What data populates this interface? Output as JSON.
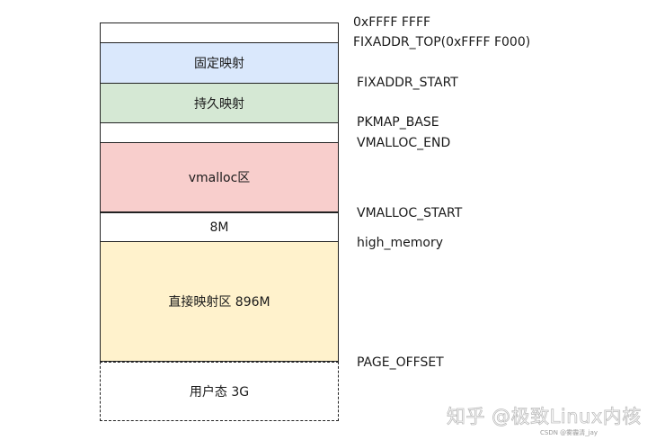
{
  "blocks": {
    "top_reserved": "",
    "fixmap": "固定映射",
    "pkmap": "持久映射",
    "gap": "",
    "vmalloc": "vmalloc区",
    "gap_8m": "8M",
    "direct_map": "直接映射区 896M",
    "user_space": "用户态 3G"
  },
  "colors": {
    "fixmap": "#dae8fc",
    "pkmap": "#d5e8d4",
    "vmalloc": "#f8cecc",
    "direct_map": "#fff2cc",
    "border": "#222222"
  },
  "labels": {
    "top": "0xFFFF FFFF",
    "fixaddr_top": "FIXADDR_TOP(0xFFFF F000)",
    "fixaddr_start": "FIXADDR_START",
    "pkmap_base": "PKMAP_BASE",
    "vmalloc_end": "VMALLOC_END",
    "vmalloc_start": "VMALLOC_START",
    "high_memory": "high_memory",
    "page_offset": "PAGE_OFFSET"
  },
  "watermark": {
    "main": "知乎 @极致Linux内核",
    "small": "CSDN @雾霾清_jay"
  }
}
